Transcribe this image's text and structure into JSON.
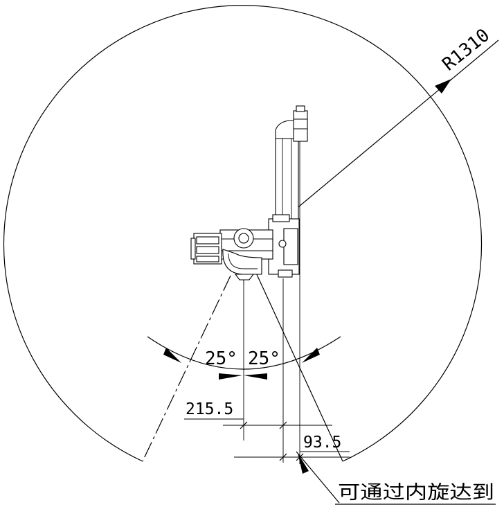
{
  "drawing": {
    "radius_label": "R1310",
    "angle_left": "25°",
    "angle_right": "25°",
    "dim_left": "215.5",
    "dim_right": "93.5",
    "note": "可通过内旋达到"
  }
}
